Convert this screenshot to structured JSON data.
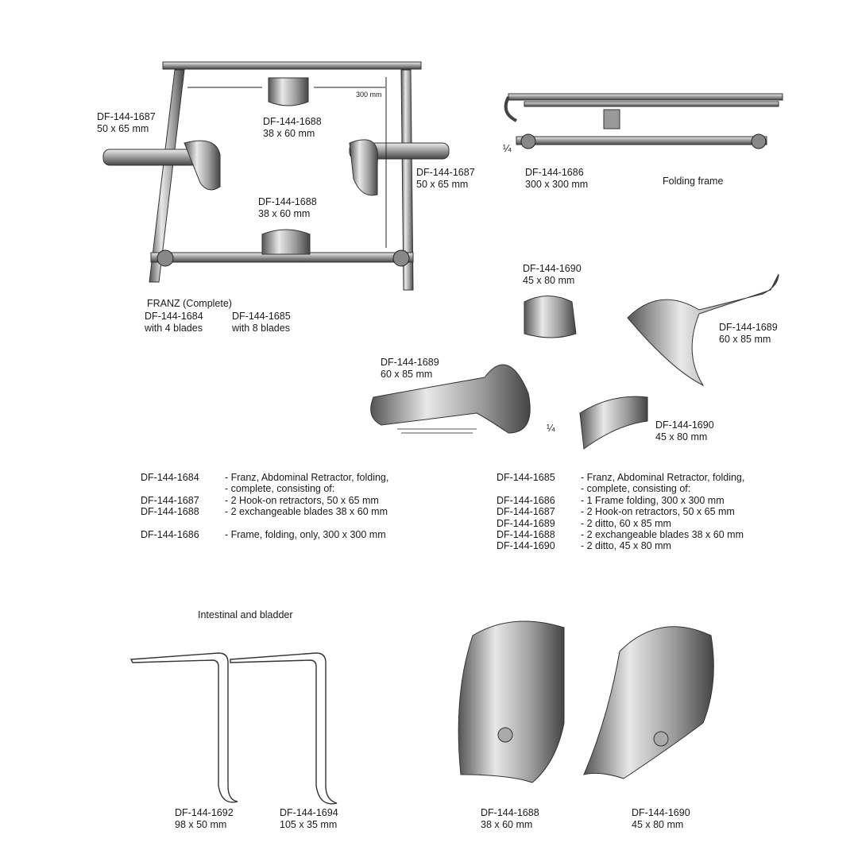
{
  "figure_labels": {
    "hook_left": {
      "code": "DF-144-1687",
      "size": "50 x 65 mm"
    },
    "blade_top": {
      "code": "DF-144-1688",
      "size": "38 x 60 mm"
    },
    "dimension": "300 mm",
    "hook_right": {
      "code": "DF-144-1687",
      "size": "50 x 65 mm"
    },
    "blade_bottom": {
      "code": "DF-144-1688",
      "size": "38 x 60 mm"
    },
    "franz_title": "FRANZ (Complete)",
    "franz_4": {
      "code": "DF-144-1684",
      "note": "with 4 blades"
    },
    "franz_8": {
      "code": "DF-144-1685",
      "note": "with 8 blades"
    },
    "frame_scale": "¼",
    "frame": {
      "code": "DF-144-1686",
      "size": "300 x 300 mm"
    },
    "frame_title": "Folding frame",
    "blade1690_top": {
      "code": "DF-144-1690",
      "size": "45 x 80 mm"
    },
    "hook1689_right": {
      "code": "DF-144-1689",
      "size": "60 x 85 mm"
    },
    "hook1689_left": {
      "code": "DF-144-1689",
      "size": "60 x 85 mm"
    },
    "blades_scale": "¼",
    "blade1690_bottom": {
      "code": "DF-144-1690",
      "size": "45 x 80 mm"
    },
    "intestinal_title": "Intestinal and bladder",
    "bottom": [
      {
        "code": "DF-144-1692",
        "size": "98 x 50 mm"
      },
      {
        "code": "DF-144-1694",
        "size": "105 x 35 mm"
      },
      {
        "code": "DF-144-1688",
        "size": "38 x 60 mm"
      },
      {
        "code": "DF-144-1690",
        "size": "45 x 80 mm"
      }
    ]
  },
  "table_left": [
    {
      "code": "DF-144-1684",
      "desc": "- Franz, Abdominal Retractor, folding,"
    },
    {
      "code": "",
      "desc": "- complete, consisting of:"
    },
    {
      "code": "DF-144-1687",
      "desc": "- 2 Hook-on retractors, 50 x 65 mm"
    },
    {
      "code": "DF-144-1688",
      "desc": "- 2 exchangeable blades 38 x 60 mm"
    },
    {
      "code": "DF-144-1686",
      "desc": "- Frame, folding, only, 300 x 300 mm"
    }
  ],
  "table_right": [
    {
      "code": "DF-144-1685",
      "desc": "- Franz, Abdominal Retractor, folding,"
    },
    {
      "code": "",
      "desc": "- complete, consisting of:"
    },
    {
      "code": "DF-144-1686",
      "desc": "- 1 Frame folding, 300 x 300 mm"
    },
    {
      "code": "DF-144-1687",
      "desc": "- 2 Hook-on retractors, 50 x 65 mm"
    },
    {
      "code": "DF-144-1689",
      "desc": "- 2 ditto, 60 x 85 mm"
    },
    {
      "code": "DF-144-1688",
      "desc": "- 2 exchangeable blades 38 x 60 mm"
    },
    {
      "code": "DF-144-1690",
      "desc": "- 2 ditto, 45 x 80 mm"
    }
  ]
}
